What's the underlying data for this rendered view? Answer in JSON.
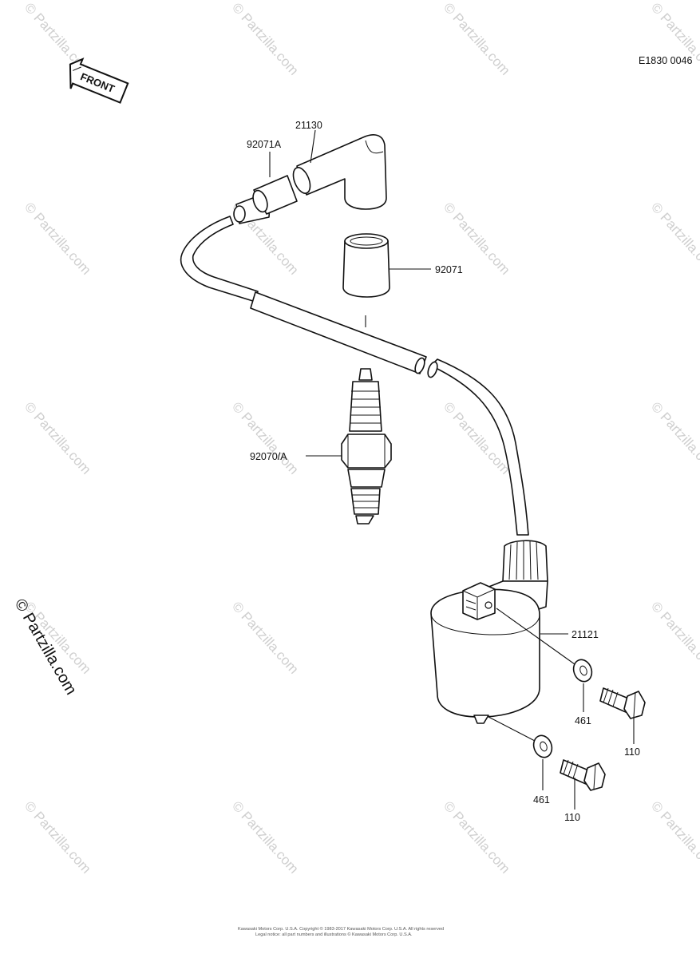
{
  "diagram_code": "E1830 0046",
  "front_arrow_label": "FRONT",
  "watermark_text": "© Partzilla.com",
  "side_watermark_text": "© Partzilla.com",
  "parts": {
    "cap_boot": "21130",
    "cap_seal": "92071A",
    "rubber_cap": "92071",
    "spark_plug": "92070/A",
    "ignition_coil": "21121",
    "washer_upper": "461",
    "washer_lower": "461",
    "bolt_upper": "110",
    "bolt_lower": "110"
  },
  "copyright_line1": "Kawasaki Motors Corp. U.S.A. Copyright © 1983-2017 Kawasaki Motors Corp. U.S.A. All rights reserved",
  "copyright_line2": "Legal notice: all part numbers and illustrations © Kawasaki Motors Corp. U.S.A."
}
